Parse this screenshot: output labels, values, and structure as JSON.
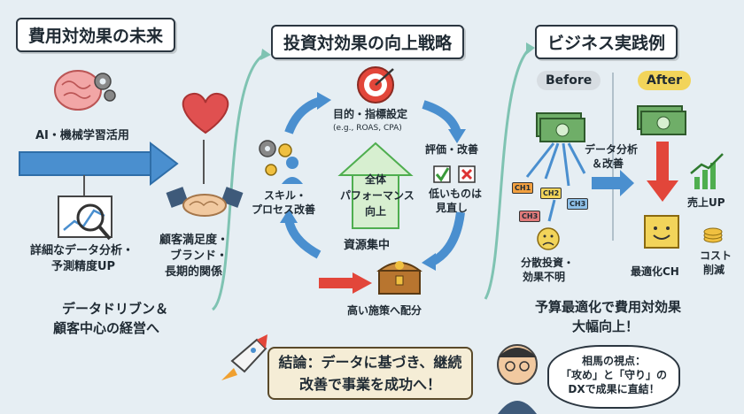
{
  "sections": {
    "future": {
      "title": "費用対効果の未来",
      "ai_label": "AI・機械学習活用",
      "analysis_label_1": "詳細なデータ分析・",
      "analysis_label_2": "予測精度UP",
      "customer_label_1": "顧客満足度・",
      "customer_label_2": "ブランド・",
      "customer_label_3": "長期的関係",
      "bottom_label_1": "データドリブン＆",
      "bottom_label_2": "顧客中心の経営へ"
    },
    "strategy": {
      "title": "投資対効果の向上戦略",
      "goal_label": "目的・指標設定",
      "goal_sub": "(e.g., ROAS, CPA)",
      "eval_label": "評価・改善",
      "review_label_1": "低いものは",
      "review_label_2": "見直し",
      "skill_label_1": "スキル・",
      "skill_label_2": "プロセス改善",
      "center_label_1": "全体",
      "center_label_2": "パフォーマンス",
      "center_label_3": "向上",
      "resource_label": "資源集中",
      "allocation_label": "高い施策へ配分"
    },
    "example": {
      "title": "ビジネス実践例",
      "before_label": "Before",
      "after_label": "After",
      "data_label_1": "データ分析",
      "data_label_2": "＆改善",
      "ch_labels": [
        "CH1",
        "CH2",
        "CH3",
        "CH3"
      ],
      "scattered_label_1": "分散投資・",
      "scattered_label_2": "効果不明",
      "sales_label": "売上UP",
      "optimized_label": "最適化CH",
      "cost_label_1": "コスト",
      "cost_label_2": "削減",
      "result_label_1": "予算最適化で費用対効果",
      "result_label_2": "大幅向上！"
    }
  },
  "footer": {
    "conclusion_1": "結論：データに基づき、継続",
    "conclusion_2": "改善で事業を成功へ！",
    "speech_1": "相馬の視点：",
    "speech_2": "「攻め」と「守り」の",
    "speech_3": "DXで成果に直結！"
  },
  "colors": {
    "arrow_blue": "#4a8fcf",
    "arrow_red": "#e2463a",
    "arrow_green": "#4fae4f",
    "money_green": "#5f9d5a",
    "before_tag": "#d7dde2",
    "after_tag": "#f2d45a",
    "heart": "#e05050"
  },
  "icons": [
    "brain-gear-icon",
    "heart-icon",
    "handshake-icon",
    "magnifier-chart-icon",
    "target-icon",
    "gears-person-icon",
    "check-icon",
    "cross-icon",
    "treasure-chest-icon",
    "money-stack-icon",
    "sad-face-icon",
    "happy-cube-icon",
    "bar-chart-up-icon",
    "coins-icon",
    "rocket-icon",
    "avatar-icon"
  ]
}
